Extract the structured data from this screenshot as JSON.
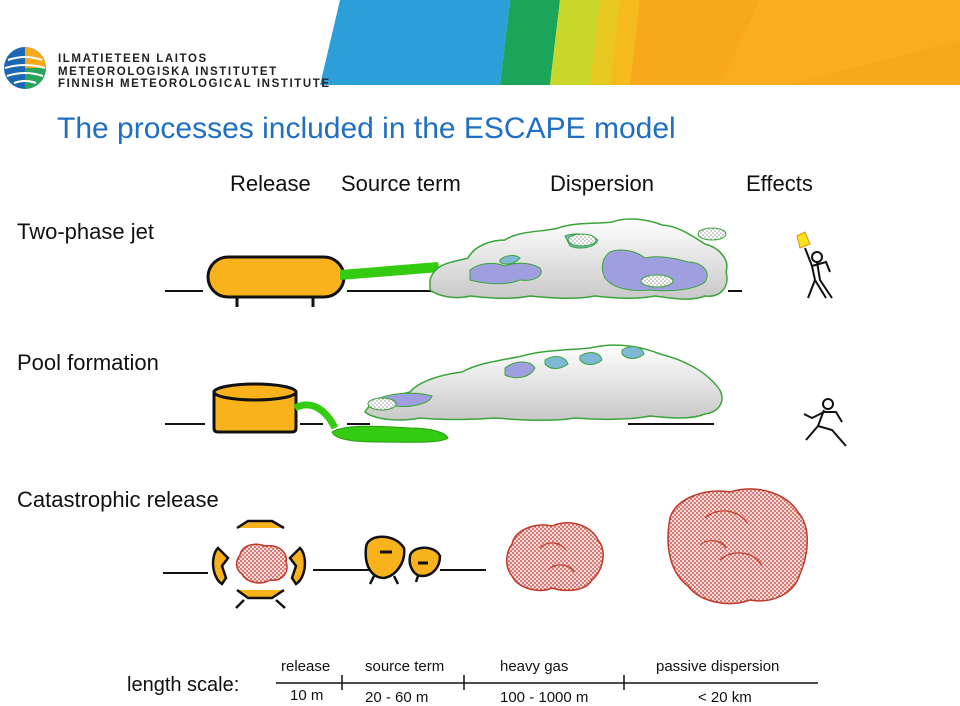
{
  "colors": {
    "title_blue": "#1f6fc4",
    "tank_orange": "#f7b21c",
    "jet_green": "#33cc11",
    "cloud_grey": "#d8d8d8",
    "cloud_purple": "#9f9fe0",
    "cloud_red": "#c0392b",
    "banner_blue": "#2d9fd8",
    "banner_green": "#1aa55a",
    "banner_lime": "#c9d62a",
    "banner_orange": "#f7a81b"
  },
  "logo": {
    "line1": "ILMATIETEEN LAITOS",
    "line2": "METEOROLOGISKA INSTITUTET",
    "line3": "FINNISH METEOROLOGICAL INSTITUTE",
    "icon": "fmi-globe-logo-icon"
  },
  "title": "The processes included in the ESCAPE model",
  "columns": {
    "release": "Release",
    "source_term": "Source term",
    "dispersion": "Dispersion",
    "effects": "Effects"
  },
  "rows": {
    "two_phase_jet": "Two-phase jet",
    "pool_formation": "Pool formation",
    "catastrophic_release": "Catastrophic release"
  },
  "length_scale": {
    "label": "length scale:",
    "stages": [
      {
        "name": "release",
        "range": "10 m"
      },
      {
        "name": "source term",
        "range": "20 - 60 m"
      },
      {
        "name": "heavy gas",
        "range": "100 - 1000 m"
      },
      {
        "name": "passive dispersion",
        "range": "< 20 km"
      }
    ]
  },
  "icons": [
    "horizontal-tank-icon",
    "cylindrical-tank-icon",
    "exploding-tank-icon",
    "tank-fragments-icon",
    "gas-cloud-icon",
    "red-cloud-icon",
    "person-with-torch-icon",
    "running-person-icon"
  ]
}
